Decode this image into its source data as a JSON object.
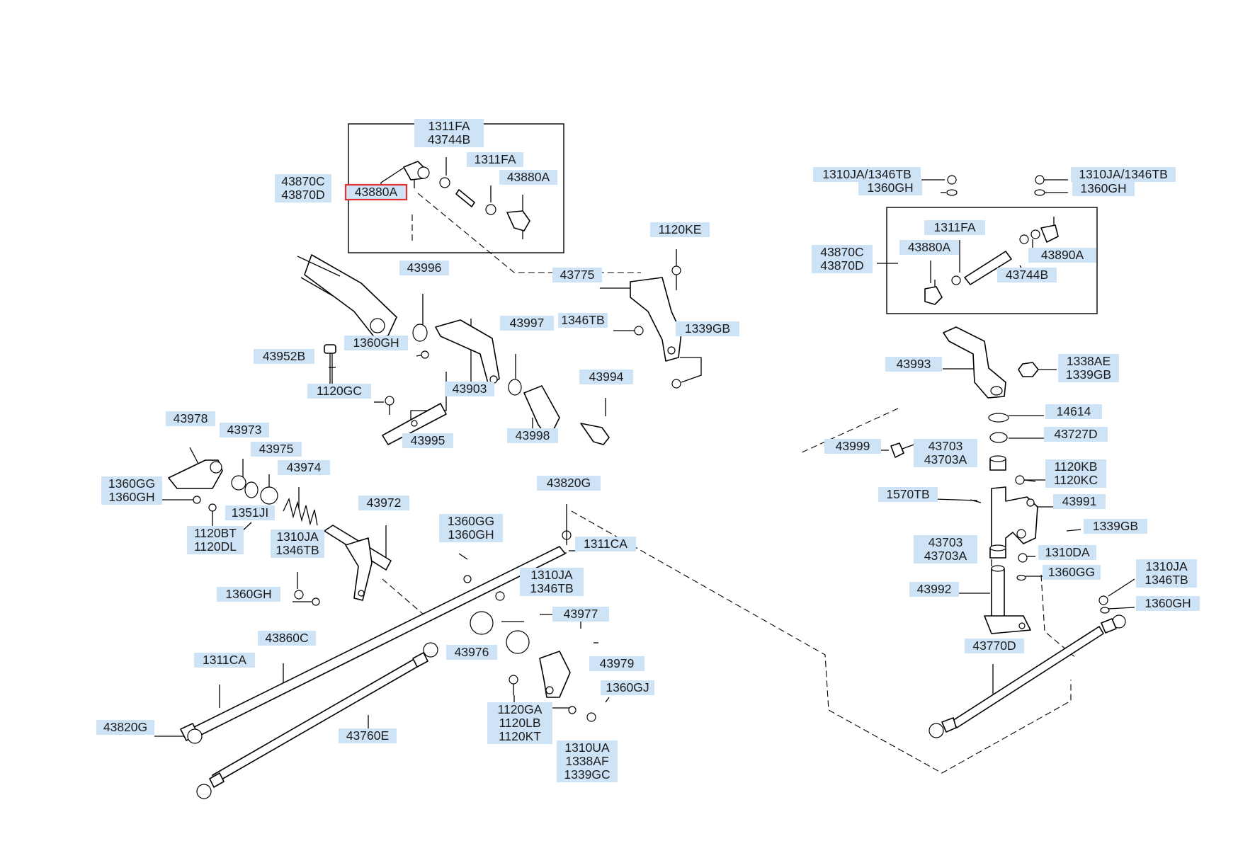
{
  "labels": [
    {
      "id": "l01",
      "lines": [
        "1311FA",
        "43744B"
      ]
    },
    {
      "id": "l02",
      "lines": [
        "1311FA"
      ]
    },
    {
      "id": "l03",
      "lines": [
        "43880A"
      ]
    },
    {
      "id": "l04",
      "lines": [
        "43870C",
        "43870D"
      ]
    },
    {
      "id": "l05",
      "lines": [
        "43880A"
      ]
    },
    {
      "id": "l06",
      "lines": [
        "1120KE"
      ]
    },
    {
      "id": "l07",
      "lines": [
        "43775"
      ]
    },
    {
      "id": "l08",
      "lines": [
        "43996"
      ]
    },
    {
      "id": "l09",
      "lines": [
        "1346TB"
      ]
    },
    {
      "id": "l10",
      "lines": [
        "1339GB"
      ]
    },
    {
      "id": "l11",
      "lines": [
        "1360GH"
      ]
    },
    {
      "id": "l12",
      "lines": [
        "43997"
      ]
    },
    {
      "id": "l13",
      "lines": [
        "43952B"
      ]
    },
    {
      "id": "l14",
      "lines": [
        "43994"
      ]
    },
    {
      "id": "l15",
      "lines": [
        "1120GC"
      ]
    },
    {
      "id": "l16",
      "lines": [
        "43903"
      ]
    },
    {
      "id": "l17",
      "lines": [
        "43995"
      ]
    },
    {
      "id": "l18",
      "lines": [
        "43998"
      ]
    },
    {
      "id": "l19",
      "lines": [
        "43978"
      ]
    },
    {
      "id": "l20",
      "lines": [
        "43973"
      ]
    },
    {
      "id": "l21",
      "lines": [
        "43975"
      ]
    },
    {
      "id": "l22",
      "lines": [
        "43974"
      ]
    },
    {
      "id": "l23",
      "lines": [
        "1360GG",
        "1360GH"
      ]
    },
    {
      "id": "l24",
      "lines": [
        "43820G"
      ]
    },
    {
      "id": "l25",
      "lines": [
        "43972"
      ]
    },
    {
      "id": "l26",
      "lines": [
        "1351JI"
      ]
    },
    {
      "id": "l27",
      "lines": [
        "1360GG",
        "1360GH"
      ]
    },
    {
      "id": "l28",
      "lines": [
        "1120BT",
        "1120DL"
      ]
    },
    {
      "id": "l29",
      "lines": [
        "1310JA",
        "1346TB"
      ]
    },
    {
      "id": "l30",
      "lines": [
        "1311CA"
      ]
    },
    {
      "id": "l31",
      "lines": [
        "1310JA",
        "1346TB"
      ]
    },
    {
      "id": "l32",
      "lines": [
        "1360GH"
      ]
    },
    {
      "id": "l33",
      "lines": [
        "43977"
      ]
    },
    {
      "id": "l34",
      "lines": [
        "43860C"
      ]
    },
    {
      "id": "l35",
      "lines": [
        "43976"
      ]
    },
    {
      "id": "l36",
      "lines": [
        "43979"
      ]
    },
    {
      "id": "l37",
      "lines": [
        "1311CA"
      ]
    },
    {
      "id": "l38",
      "lines": [
        "1360GJ"
      ]
    },
    {
      "id": "l39",
      "lines": [
        "1120GA",
        "1120LB",
        "1120KT"
      ]
    },
    {
      "id": "l40",
      "lines": [
        "43820G"
      ]
    },
    {
      "id": "l41",
      "lines": [
        "43760E"
      ]
    },
    {
      "id": "l42",
      "lines": [
        "1310UA",
        "1338AF",
        "1339GC"
      ]
    },
    {
      "id": "l43",
      "lines": [
        "1310JA/1346TB"
      ]
    },
    {
      "id": "l44",
      "lines": [
        "1360GH"
      ]
    },
    {
      "id": "l45",
      "lines": [
        "1310JA/1346TB"
      ]
    },
    {
      "id": "l46",
      "lines": [
        "1360GH"
      ]
    },
    {
      "id": "l47",
      "lines": [
        "1311FA"
      ]
    },
    {
      "id": "l48",
      "lines": [
        "43870C",
        "43870D"
      ]
    },
    {
      "id": "l49",
      "lines": [
        "43880A"
      ]
    },
    {
      "id": "l50",
      "lines": [
        "43890A"
      ]
    },
    {
      "id": "l51",
      "lines": [
        "43744B"
      ]
    },
    {
      "id": "l52",
      "lines": [
        "43993"
      ]
    },
    {
      "id": "l53",
      "lines": [
        "1338AE",
        "1339GB"
      ]
    },
    {
      "id": "l54",
      "lines": [
        "14614"
      ]
    },
    {
      "id": "l55",
      "lines": [
        "43999"
      ]
    },
    {
      "id": "l56",
      "lines": [
        "43703",
        "43703A"
      ]
    },
    {
      "id": "l57",
      "lines": [
        "43727D"
      ]
    },
    {
      "id": "l58",
      "lines": [
        "1120KB",
        "1120KC"
      ]
    },
    {
      "id": "l59",
      "lines": [
        "1570TB"
      ]
    },
    {
      "id": "l60",
      "lines": [
        "43991"
      ]
    },
    {
      "id": "l61",
      "lines": [
        "1339GB"
      ]
    },
    {
      "id": "l62",
      "lines": [
        "43703",
        "43703A"
      ]
    },
    {
      "id": "l63",
      "lines": [
        "1310DA"
      ]
    },
    {
      "id": "l64",
      "lines": [
        "1360GG"
      ]
    },
    {
      "id": "l65",
      "lines": [
        "1310JA",
        "1346TB"
      ]
    },
    {
      "id": "l66",
      "lines": [
        "43992"
      ]
    },
    {
      "id": "l67",
      "lines": [
        "1360GH"
      ]
    },
    {
      "id": "l68",
      "lines": [
        "43770D"
      ]
    }
  ],
  "highlight_color": "#e03030",
  "label_background": "#cfe3f7"
}
